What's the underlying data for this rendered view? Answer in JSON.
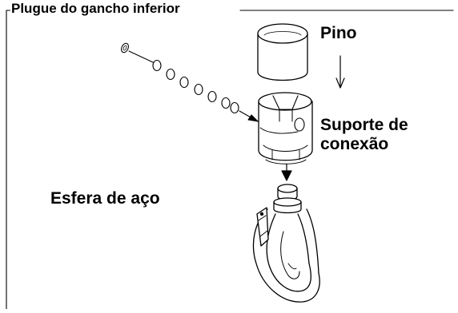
{
  "title": "Plugue do gancho inferior",
  "labels": {
    "pin": "Pino",
    "support_line1": "Suporte de",
    "support_line2": "conexão",
    "steel_ball": "Esfera de aço"
  },
  "colors": {
    "line": "#000000",
    "background": "#ffffff"
  },
  "parts": {
    "steel_ball_count": 7
  }
}
